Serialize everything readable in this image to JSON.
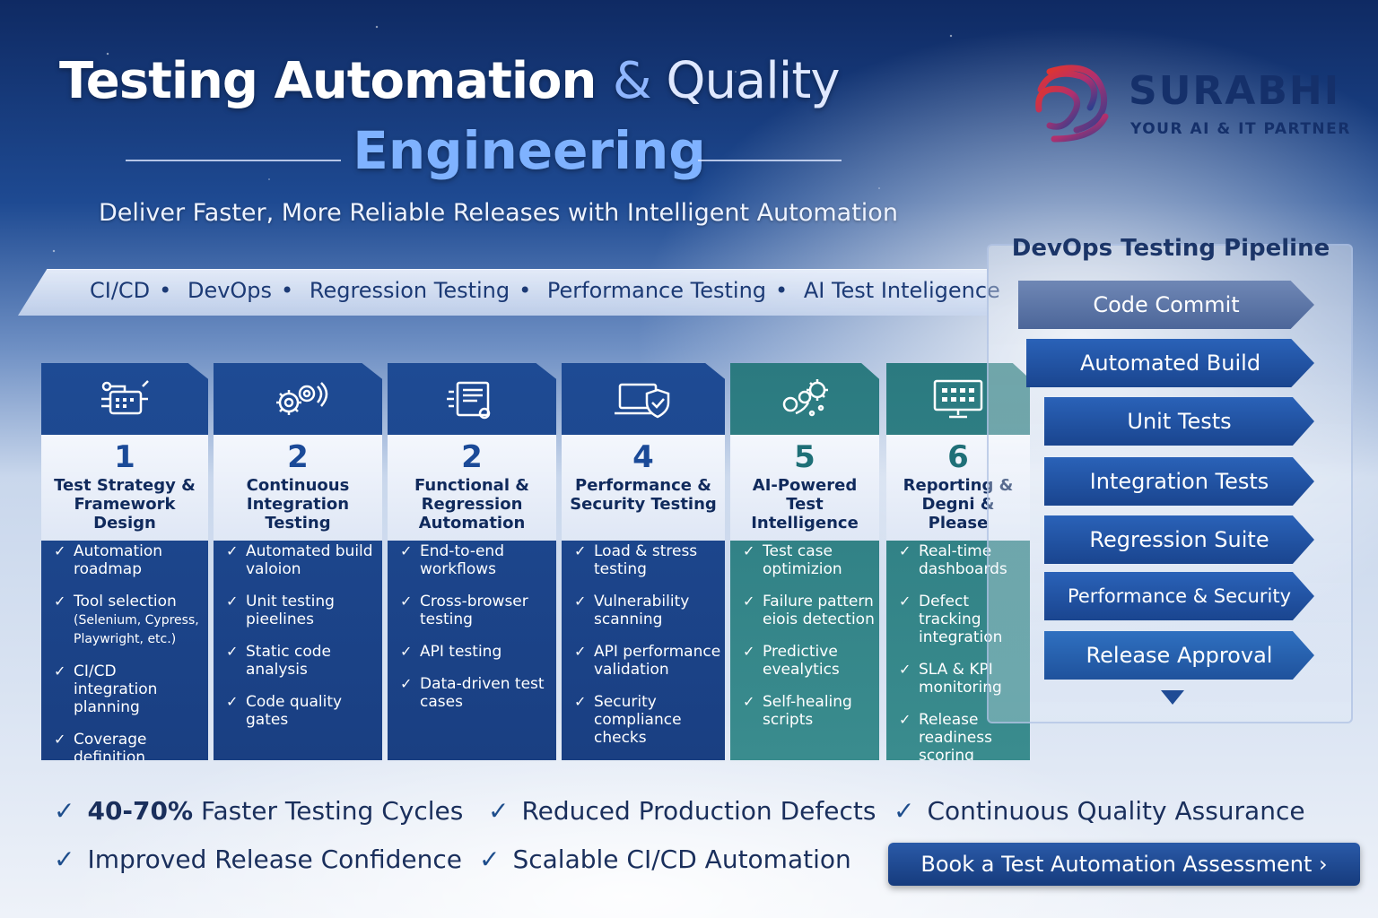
{
  "header": {
    "title_part1": "Testing Automation ",
    "title_amp": "&",
    "title_part2": " Quality",
    "title_line2": "Engineering",
    "subtitle": "Deliver Faster, More Reliable Releases with Intelligent Automation"
  },
  "logo": {
    "name": "SURABHI",
    "tagline": "YOUR AI & IT PARTNER",
    "icon": "surabhi-swirl-logo",
    "colors": [
      "#e0342f",
      "#7a2f8f",
      "#2a3f8f"
    ]
  },
  "tags": [
    "CI/CD",
    "DevOps",
    "Regression Testing",
    "Performance Testing",
    "AI Test Inteligence"
  ],
  "columns": [
    {
      "number": "1",
      "title": "Test Strategy & Framework Design",
      "icon": "framework-icon",
      "items": [
        "Automation roadmap",
        "Tool selection",
        "(Selenium, Cypress, Playwright, etc.)",
        "CI/CD integration planning",
        "Coverage definition"
      ]
    },
    {
      "number": "2",
      "title": "Continuous Integration Testing",
      "icon": "gears-icon",
      "items": [
        "Automated build valoion",
        "Unit testing pieelines",
        "Static code analysis",
        "Code quality gates"
      ]
    },
    {
      "number": "2",
      "title": "Functional & Regression Automation",
      "icon": "document-icon",
      "items": [
        "End-to-end workflows",
        "Cross-browser testing",
        "API testing",
        "Data-driven test cases"
      ]
    },
    {
      "number": "4",
      "title": "Performance & Security Testing",
      "icon": "laptop-shield-icon",
      "items": [
        "Load & stress testing",
        "Vulnerability scanning",
        "API performance validation",
        "Security compliance checks"
      ]
    },
    {
      "number": "5",
      "title": "AI-Powered Test Intelligence",
      "icon": "ai-gears-icon",
      "items": [
        "Test case optimizion",
        "Failure pattern eiois detection",
        "Predictive evealytics",
        "Self-healing scripts"
      ]
    },
    {
      "number": "6",
      "title": "Reporting & Degni & Please",
      "icon": "dashboard-monitor-icon",
      "items": [
        "Real-time dashboards",
        "Defect tracking integration",
        "SLA & KPI monitoring",
        "Release readiness scoring"
      ]
    }
  ],
  "pipeline": {
    "title": "DevOps Testing Pipeline",
    "stages": [
      "Code Commit",
      "Automated Build",
      "Unit Tests",
      "Integration Tests",
      "Regression Suite",
      "Performance & Security",
      "Release Approval"
    ]
  },
  "benefits": {
    "row1": [
      {
        "strong": "40-70%",
        "text": " Faster Testing Cycles"
      },
      {
        "strong": "",
        "text": "Reduced Production Defects"
      },
      {
        "strong": "",
        "text": "Continuous Quality Assurance"
      }
    ],
    "row2": [
      {
        "strong": "",
        "text": "Improved Release Confidence"
      },
      {
        "strong": "",
        "text": "Scalable CI/CD Automation"
      }
    ]
  },
  "cta": {
    "label": "Book a Test Automation Assessment ›"
  },
  "colors": {
    "navy": "#1a3f82",
    "teal": "#2b7a80",
    "accent": "#7fb2ff"
  }
}
